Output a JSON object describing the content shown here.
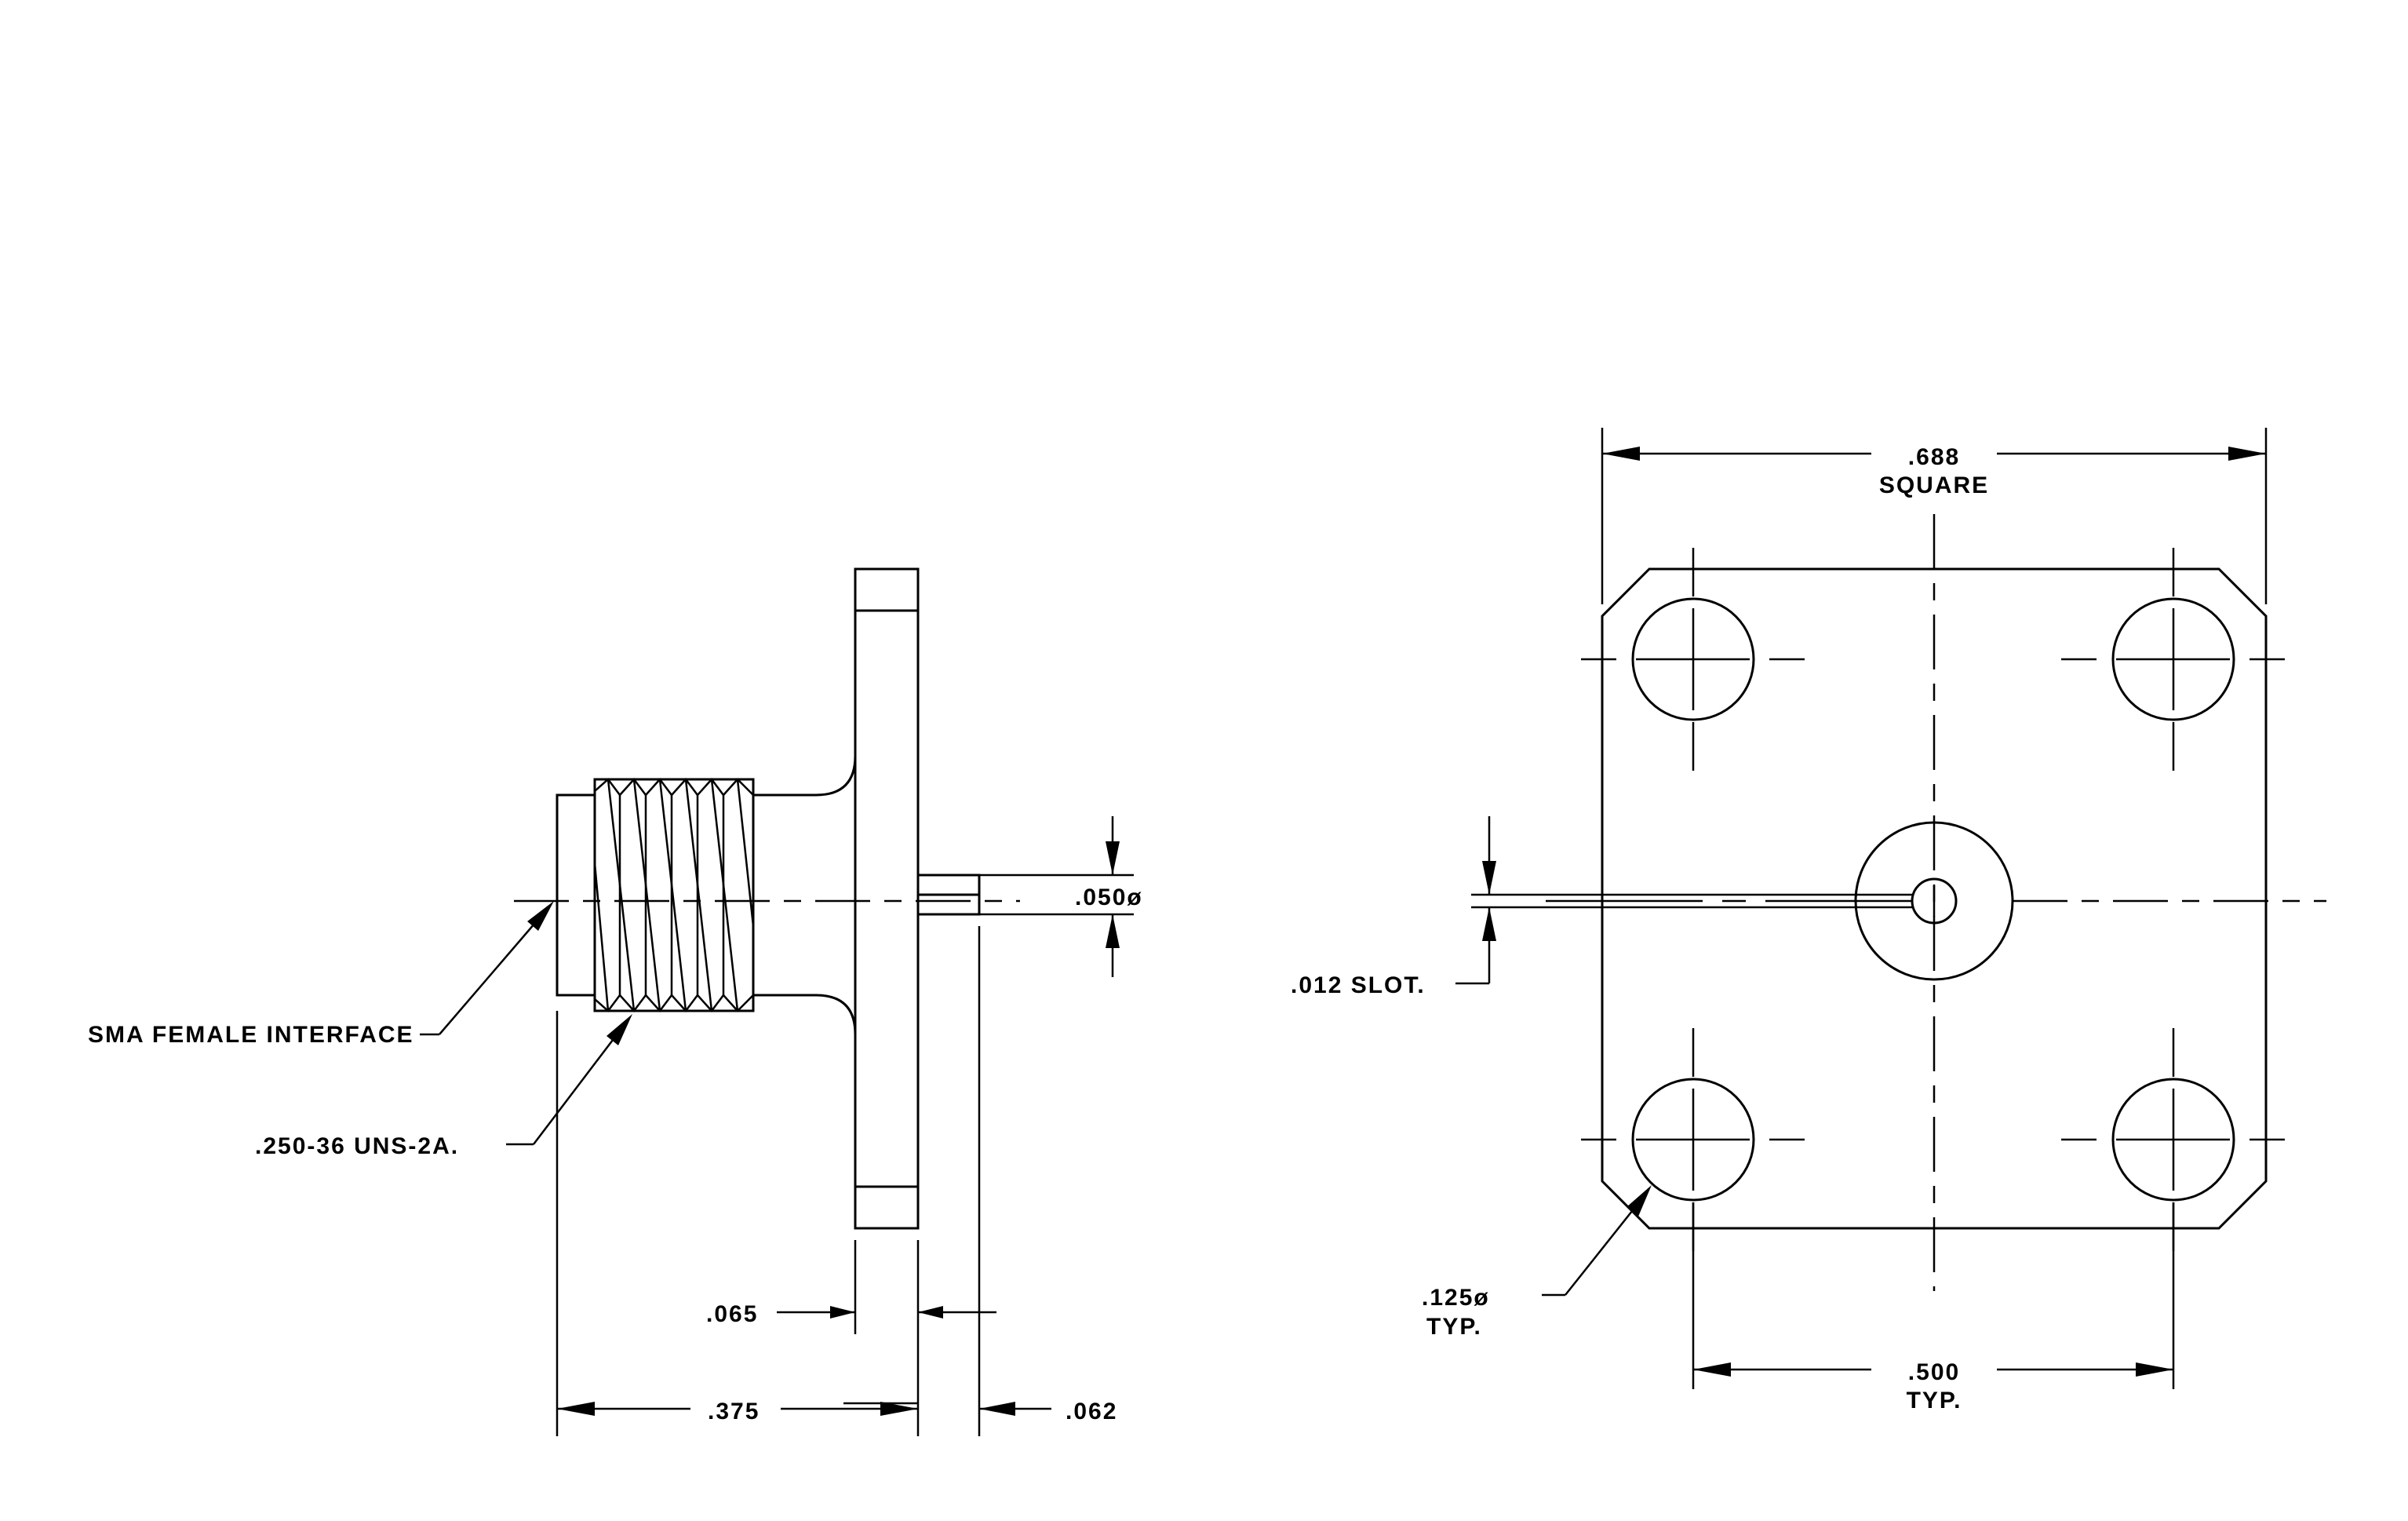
{
  "labels": {
    "sma_female_interface": "SMA FEMALE INTERFACE",
    "thread_spec": ".250-36 UNS-2A.",
    "dim_065": ".065",
    "dim_375": ".375",
    "dim_062": ".062",
    "dim_050_dia": ".050ø",
    "dim_688": ".688",
    "dim_688_note": "SQUARE",
    "slot": ".012 SLOT.",
    "hole_dia": ".125ø",
    "hole_dia_note": "TYP.",
    "dim_500": ".500",
    "dim_500_note": "TYP."
  },
  "colors": {
    "line": "#000000",
    "background": "#ffffff"
  }
}
